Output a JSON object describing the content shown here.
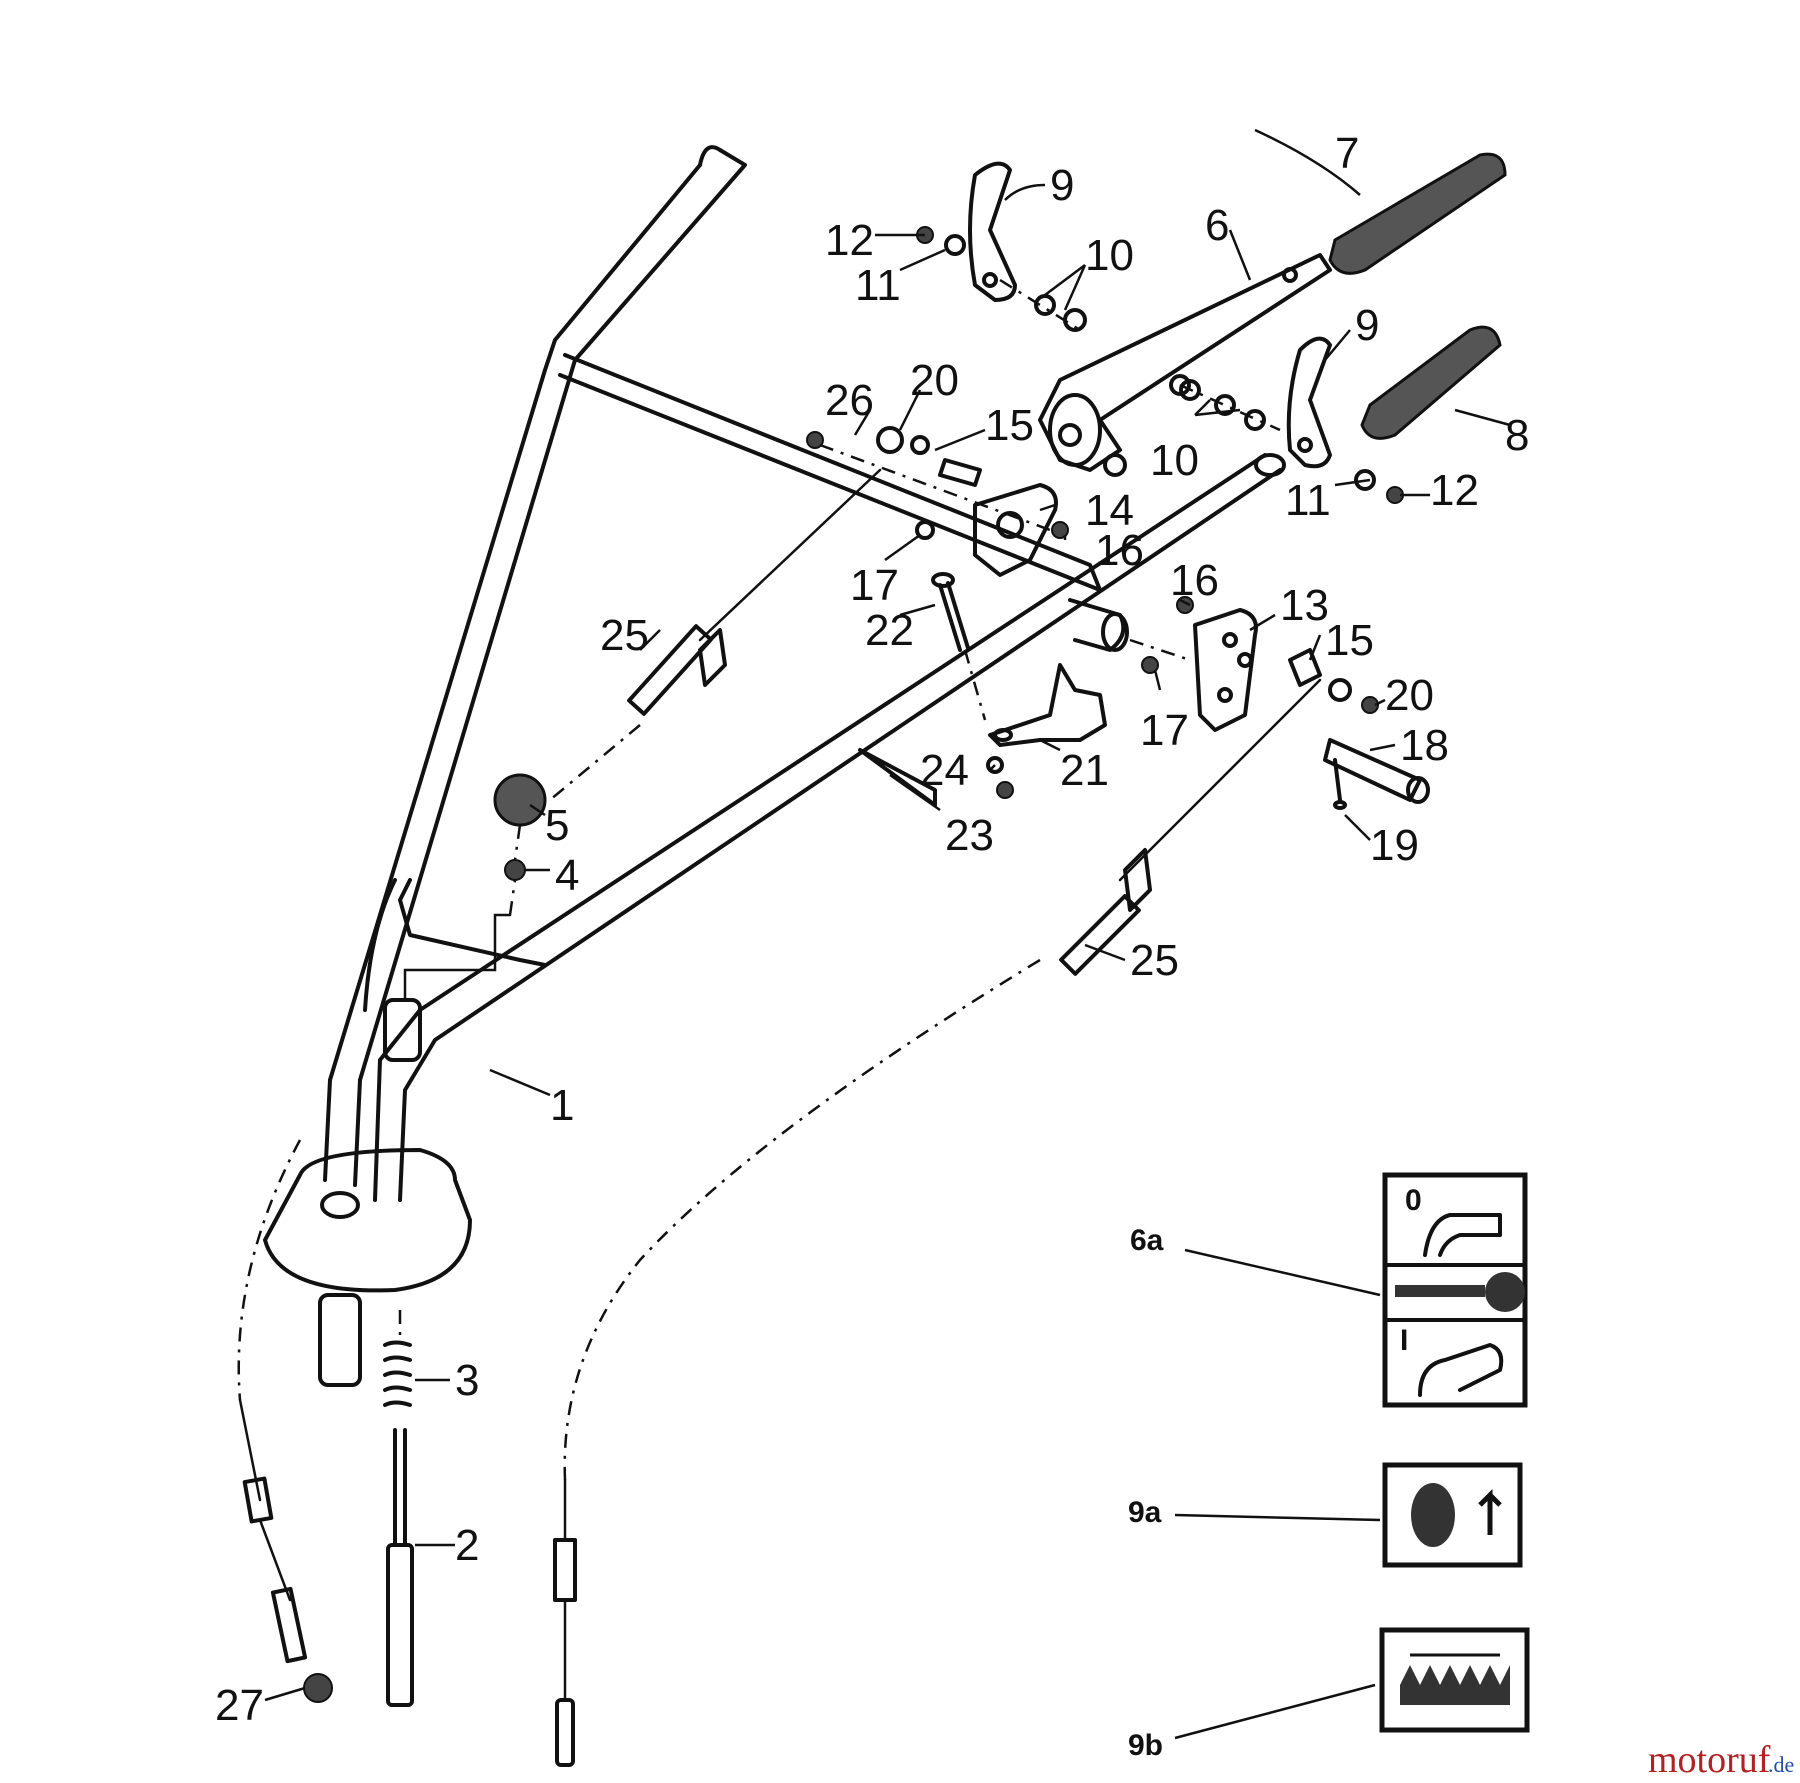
{
  "callouts": {
    "c1": "1",
    "c2": "2",
    "c3": "3",
    "c4": "4",
    "c5": "5",
    "c6": "6",
    "c7": "7",
    "c8": "8",
    "c9a": "9",
    "c9b": "9",
    "c10a": "10",
    "c10b": "10",
    "c11a": "11",
    "c11b": "11",
    "c12a": "12",
    "c12b": "12",
    "c13": "13",
    "c14": "14",
    "c15a": "15",
    "c15b": "15",
    "c16a": "16",
    "c16b": "16",
    "c17a": "17",
    "c17b": "17",
    "c18": "18",
    "c19": "19",
    "c20a": "20",
    "c20b": "20",
    "c21": "21",
    "c22": "22",
    "c23": "23",
    "c24": "24",
    "c25a": "25",
    "c25b": "25",
    "c26": "26",
    "c27": "27"
  },
  "decals": {
    "d6a": "6a",
    "d9a": "9a",
    "d9b": "9b",
    "decal_6a_top": "0",
    "decal_6a_bottom": "I"
  },
  "watermark": {
    "main": "motoruf",
    "suffix": ".de"
  }
}
